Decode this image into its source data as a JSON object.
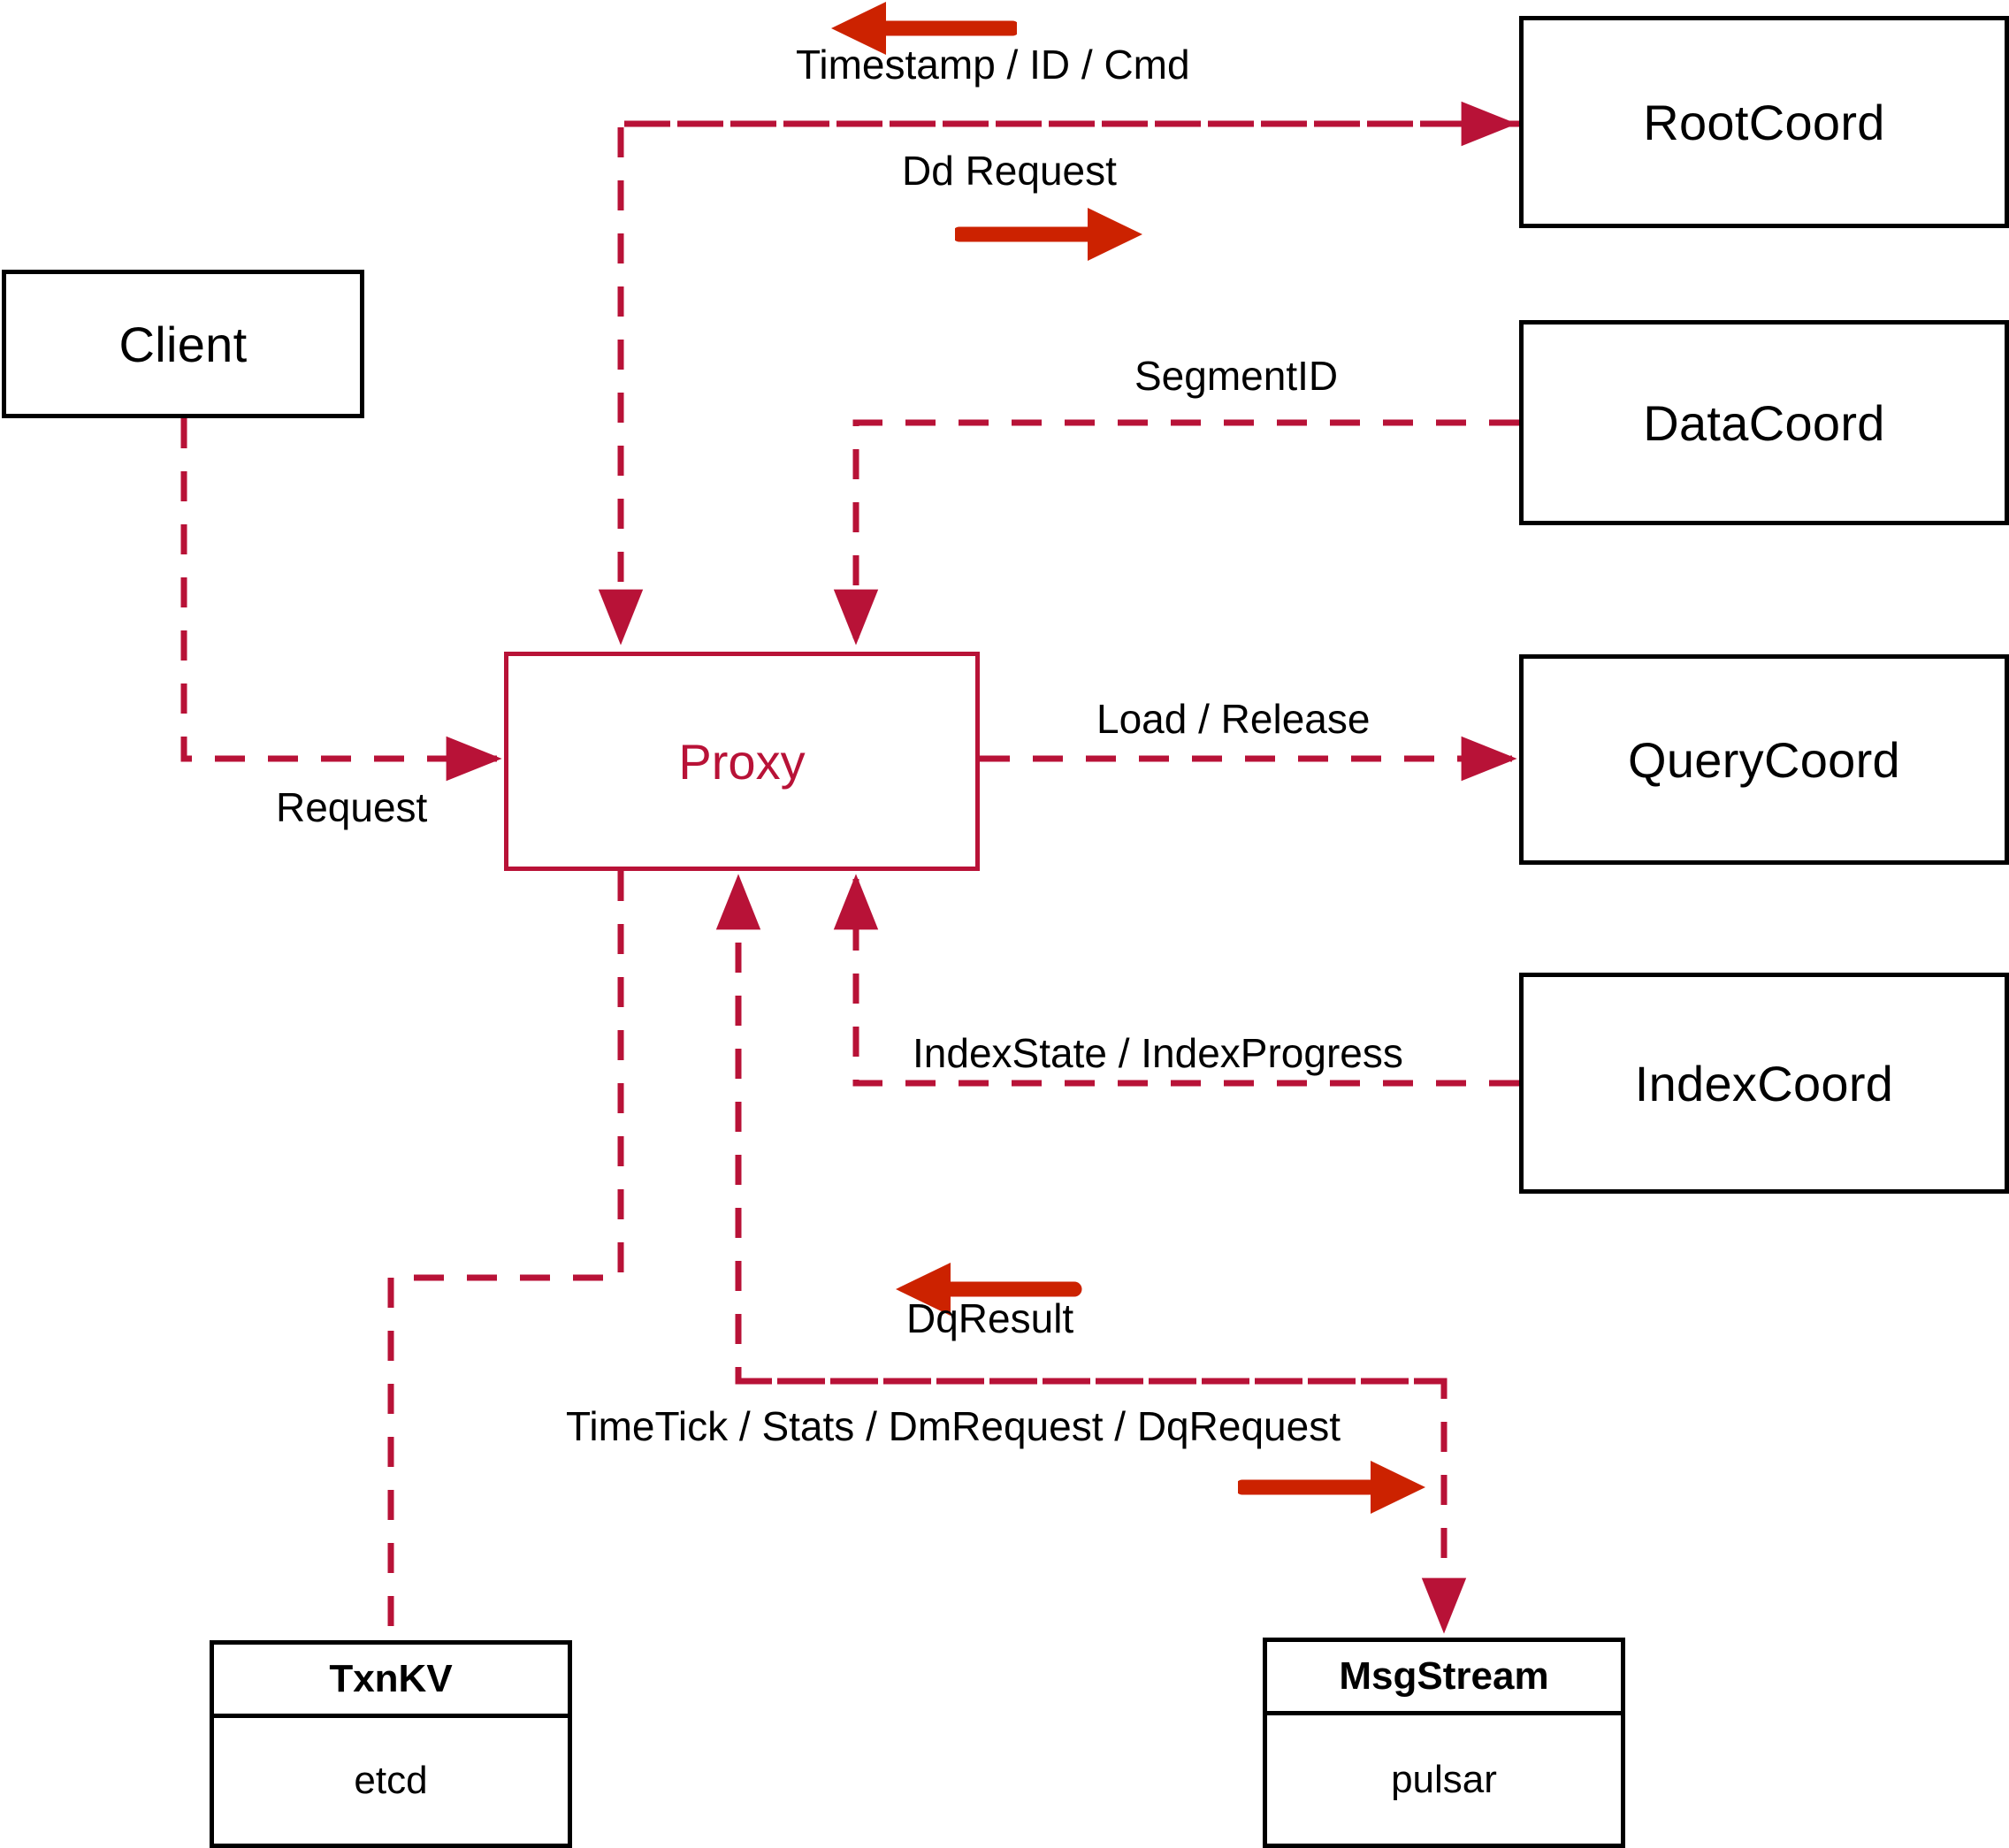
{
  "diagram": {
    "title": "Proxy component interaction diagram",
    "accent_color": "#B81237",
    "arrow_color": "#CC2200",
    "node_color": "#000000",
    "background": "#ffffff"
  },
  "nodes": {
    "client": {
      "label": "Client"
    },
    "proxy": {
      "label": "Proxy"
    },
    "root_coord": {
      "label": "RootCoord"
    },
    "data_coord": {
      "label": "DataCoord"
    },
    "query_coord": {
      "label": "QueryCoord"
    },
    "index_coord": {
      "label": "IndexCoord"
    },
    "txnkv": {
      "header": "TxnKV",
      "body": "etcd"
    },
    "msgstream": {
      "header": "MsgStream",
      "body": "pulsar"
    }
  },
  "edges": [
    {
      "id": "timestamp-id-cmd",
      "label": "Timestamp / ID / Cmd",
      "from": "RootCoord",
      "to": "Proxy",
      "direction": "left"
    },
    {
      "id": "dd-request",
      "label": "Dd Request",
      "from": "Proxy",
      "to": "RootCoord",
      "direction": "right"
    },
    {
      "id": "segment-id",
      "label": "SegmentID",
      "from": "DataCoord",
      "to": "Proxy",
      "direction": "left"
    },
    {
      "id": "request",
      "label": "Request",
      "from": "Client",
      "to": "Proxy",
      "direction": "right"
    },
    {
      "id": "load-release",
      "label": "Load / Release",
      "from": "Proxy",
      "to": "QueryCoord",
      "direction": "right"
    },
    {
      "id": "index-state-progress",
      "label": "IndexState / IndexProgress",
      "from": "IndexCoord",
      "to": "Proxy",
      "direction": "left"
    },
    {
      "id": "dq-result",
      "label": "DqResult",
      "from": "MsgStream",
      "to": "Proxy",
      "direction": "left"
    },
    {
      "id": "timetick-stats-dm-dq",
      "label": "TimeTick / Stats / DmRequest / DqRequest",
      "from": "Proxy",
      "to": "MsgStream",
      "direction": "right"
    },
    {
      "id": "txnkv-link",
      "label": "",
      "from": "Proxy",
      "to": "TxnKV",
      "direction": "none"
    }
  ]
}
